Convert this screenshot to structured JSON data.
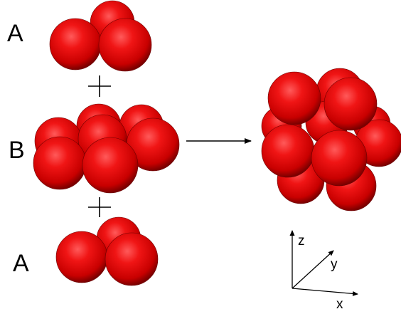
{
  "labels": {
    "top": "A",
    "middle": "B",
    "bottom": "A"
  },
  "plus_symbol": "+",
  "axes": {
    "x": "x",
    "y": "y",
    "z": "z"
  },
  "colors": {
    "sphere": "#e31212",
    "sphere_dark": "#8a0000",
    "sphere_highlight": "#ff6a6a",
    "line": "#000000"
  }
}
